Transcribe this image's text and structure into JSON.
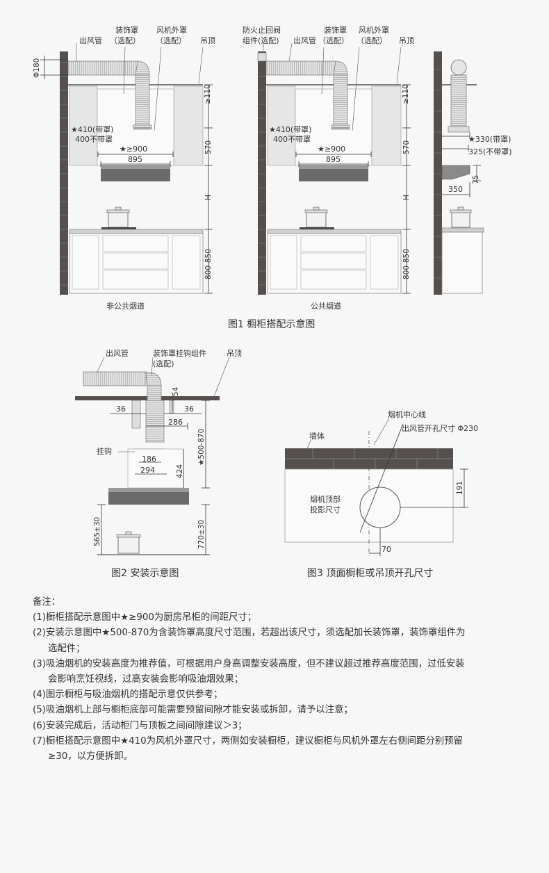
{
  "fig1": {
    "caption": "图1 橱柜搭配示意图",
    "left_subcaption": "非公共烟道",
    "middle_subcaption": "公共烟道",
    "labels": {
      "phi180": "Φ180",
      "outlet_pipe": "出风管",
      "deco_cover": "装饰罩",
      "optional": "（选配）",
      "hood_cover": "风机外罩",
      "optional2": "（选配）",
      "ceiling": "吊顶",
      "fire_valve_1": "防火止回阀",
      "fire_valve_2": "组件(选配)",
      "ge110": "≥110",
      "s410": "★410(带罩)",
      "s400": "400不带罩",
      "ge900": "★≥900",
      "w895": "895",
      "h570": "570",
      "hH": "H",
      "h800": "800-850",
      "s330": "★330(带罩)",
      "s325": "325(不带罩)",
      "d75": "75",
      "d350": "350"
    }
  },
  "fig2": {
    "caption": "图2 安装示意图",
    "labels": {
      "outlet_pipe": "出风管",
      "hook_kit": "装饰罩挂钩组件",
      "optional": "(选配)",
      "ceiling": "吊顶",
      "d54": "54",
      "d36a": "36",
      "d36b": "36",
      "d286": "286",
      "hook": "挂钩",
      "d186": "186",
      "d294": "294",
      "d424": "424",
      "s500": "★500-870",
      "d565": "565±30",
      "d770": "770±30"
    }
  },
  "fig3": {
    "caption": "图3 顶面橱柜或吊顶开孔尺寸",
    "labels": {
      "center_line": "烟机中心线",
      "hole_size": "出风管开孔尺寸 Φ230",
      "wall": "墙体",
      "projection_1": "烟机顶部",
      "projection_2": "投影尺寸",
      "d191": "191",
      "d70": "70"
    }
  },
  "notes": {
    "title": "备注：",
    "n1": "(1)橱柜搭配示意图中★≥900为厨房吊柜的间距尺寸；",
    "n2a": "(2)安装示意图中★500-870为含装饰罩高度尺寸范围，若超出该尺寸，须选配加长装饰罩，装饰罩组件为",
    "n2b": "选配件；",
    "n3a": "(3)吸油烟机的安装高度为推荐值，可根据用户身高调整安装高度，但不建议超过推荐高度范围，过低安装",
    "n3b": "会影响烹饪视线，过高安装会影响吸油烟效果；",
    "n4": "(4)图示橱柜与吸油烟机的搭配示意仅供参考；",
    "n5": "(5)吸油烟机上部与橱柜底部可能需要预留间隙才能安装或拆卸，请予以注意；",
    "n6": "(6)安装完成后，活动柜门与顶板之间间隙建议＞3；",
    "n7a": "(7)橱柜搭配示意图中★410为风机外罩尺寸，两侧如安装橱柜，建议橱柜与风机外罩左右侧间距分别预留",
    "n7b": "≥30，以方便拆卸。"
  }
}
